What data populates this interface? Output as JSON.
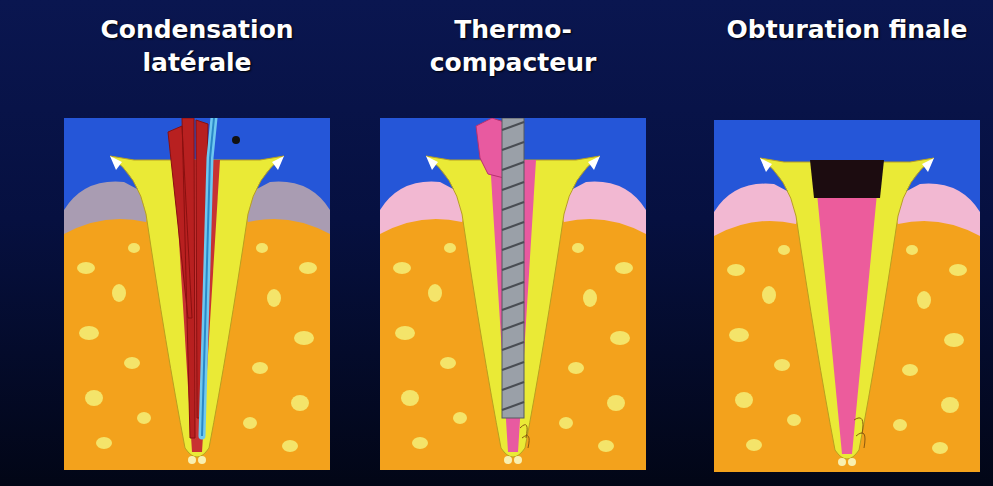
{
  "diagram": {
    "labels": [
      "Condensation latérale",
      "Thermo- compacteur",
      "Obturation finale"
    ]
  }
}
